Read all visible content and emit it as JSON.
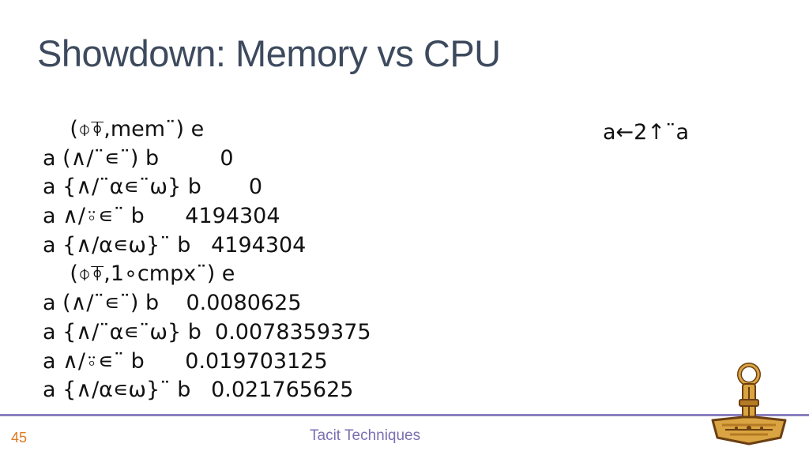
{
  "slide": {
    "title": "Showdown: Memory vs CPU",
    "code_lines": [
      "    (⌽⍕,mem¨) e",
      "a (∧/¨∊¨) b         0",
      "a {∧/¨α∊¨ω} b       0",
      "a ∧/⍤∊¨ b      4194304",
      "a {∧/α∊ω}¨ b   4194304",
      "    (⌽⍕,1∘cmpx¨) e",
      "a (∧/¨∊¨) b    0.0080625",
      "a {∧/¨α∊¨ω} b  0.0078359375",
      "a ∧/⍤∊¨ b      0.019703125",
      "a {∧/α∊ω}¨ b   0.021765625"
    ],
    "side_code": "a←2↑¨a"
  },
  "footer": {
    "page_number": "45",
    "presentation_title": "Tacit Techniques"
  },
  "logo": {
    "icon": "ornate-axe-logo-icon",
    "colors": {
      "gold": "#d9a441",
      "dark_gold": "#b57a24",
      "outline": "#6b3f13"
    }
  },
  "colors": {
    "title": "#3d4a5e",
    "footer_rule": "#8c7fbf",
    "page_number": "#e07a1f",
    "footer_title": "#7a6fb0"
  }
}
